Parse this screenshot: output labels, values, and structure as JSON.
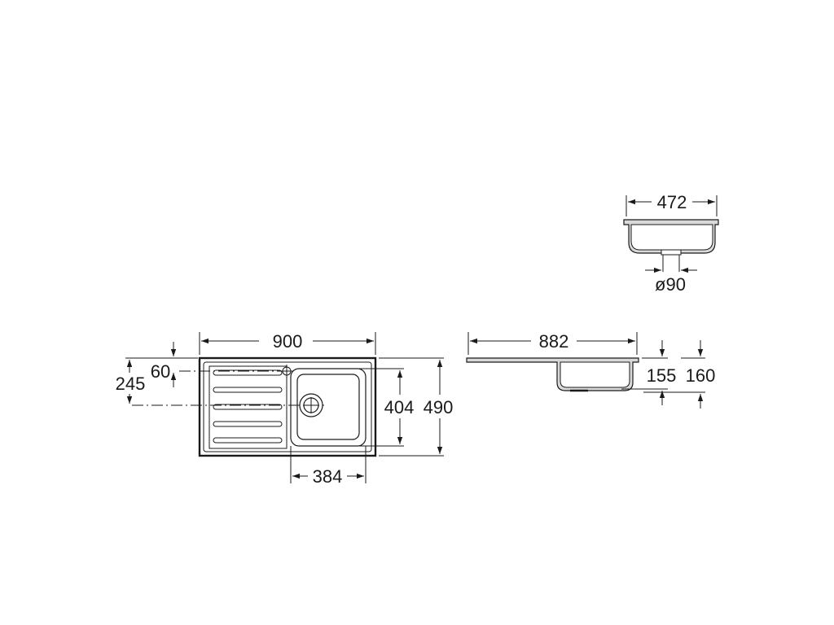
{
  "dimensions": {
    "plan_overall_width": "900",
    "plan_overall_depth": "490",
    "plan_bowl_depth": "404",
    "plan_bowl_width": "384",
    "plan_tap_offset": "60",
    "plan_drain_offset": "245",
    "end_view_width": "472",
    "end_view_drain_diameter": "ø90",
    "side_view_length": "882",
    "side_view_bowl_depth": "155",
    "side_view_overall_depth": "160"
  },
  "colors": {
    "line": "#1a1a1a",
    "background": "#ffffff",
    "fill": "#d9d9d9"
  }
}
